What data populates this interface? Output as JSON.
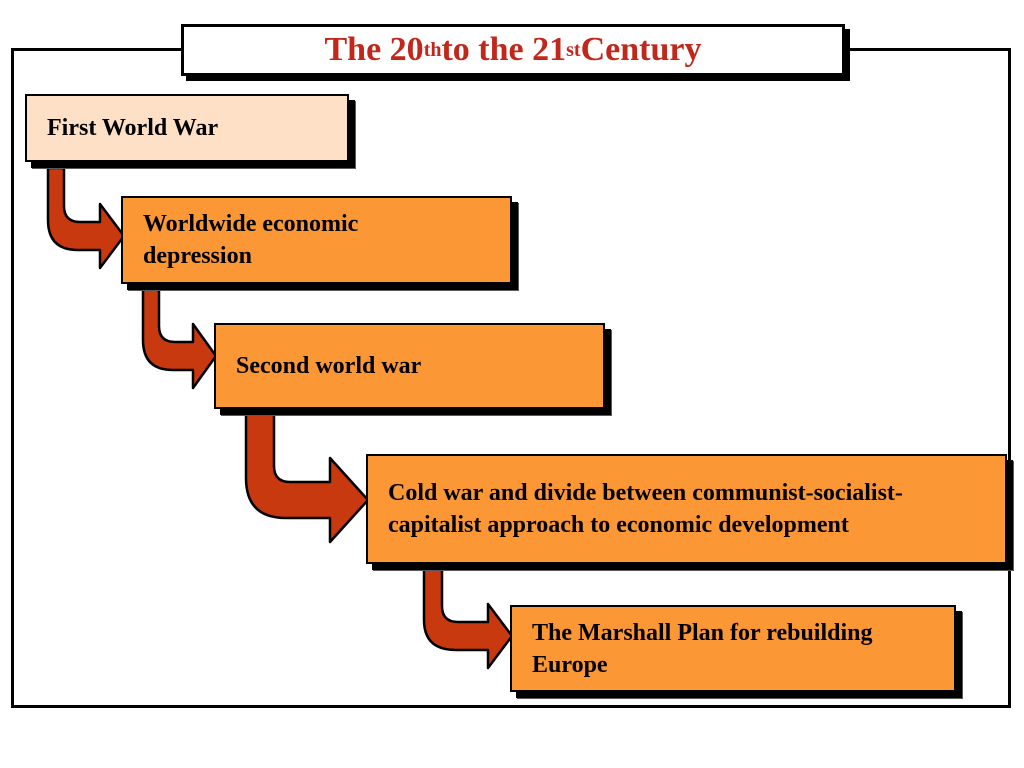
{
  "title": {
    "prefix": "The 20",
    "sup1": "th",
    "middle": " to the 21",
    "sup2": "st",
    "suffix": " Century"
  },
  "steps": [
    {
      "label": "First World War"
    },
    {
      "label": "Worldwide economic depression"
    },
    {
      "label": "Second world war"
    },
    {
      "label": "Cold war and divide between communist-socialist-capitalist approach to economic development"
    },
    {
      "label": "The Marshall Plan for rebuilding Europe"
    }
  ],
  "colors": {
    "title": "#c1271a",
    "step_fill": "#fb9735",
    "first_step_fill": "#fde0c5",
    "arrow": "#c8390f"
  }
}
